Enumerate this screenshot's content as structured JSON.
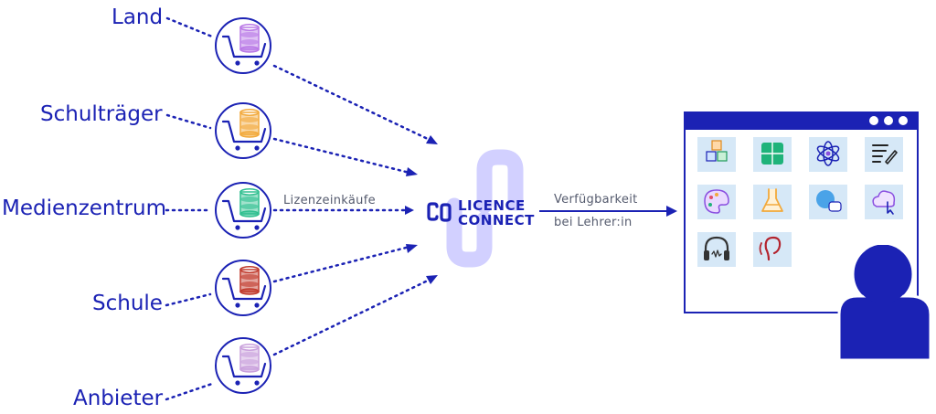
{
  "buyers": [
    {
      "label": "Land",
      "db_color": "#b978e6"
    },
    {
      "label": "Schulträger",
      "db_color": "#f2a93b"
    },
    {
      "label": "Medienzentrum",
      "db_color": "#2fbf8f"
    },
    {
      "label": "Schule",
      "db_color": "#c0392b"
    },
    {
      "label": "Anbieter",
      "db_color": "#c9a0dc"
    }
  ],
  "purchase_label": "Lizenzeinkäufe",
  "brand": {
    "line1": "LICENCE",
    "line2": "CONNECT"
  },
  "availability": {
    "line1": "Verfügbarkeit",
    "line2": "bei Lehrer:in"
  },
  "apps": [
    {
      "icon": "alphabet-blocks-icon"
    },
    {
      "icon": "calculator-icon"
    },
    {
      "icon": "atom-icon"
    },
    {
      "icon": "notes-pencil-icon"
    },
    {
      "icon": "palette-icon"
    },
    {
      "icon": "flask-icon"
    },
    {
      "icon": "translate-globe-icon"
    },
    {
      "icon": "cloud-click-icon"
    },
    {
      "icon": "headphones-icon"
    },
    {
      "icon": "hearing-icon"
    }
  ],
  "colors": {
    "primary": "#1b22b4",
    "tile": "#d6e8f7",
    "logo_accent": "#c9c8ff",
    "text_gray": "#555b6e"
  }
}
